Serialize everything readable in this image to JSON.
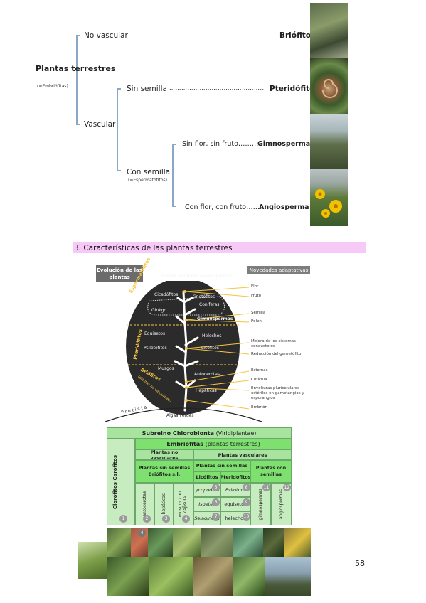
{
  "diagram": {
    "root_title": "Plantas terrestres",
    "root_sub": "(=Embriófitas)",
    "no_vascular": "No vascular",
    "no_vascular_dots": "……………………………………………………………..",
    "briofito": "Briófito",
    "vascular": "Vascular",
    "sin_semilla": "Sin semilla",
    "sin_semilla_dots": "………………………………………..",
    "pteridofito": "Pteridófito",
    "con_semilla": "Con semilla",
    "con_semilla_sub": "(=Espermatófitos)",
    "sin_flor": "Sin flor, sin fruto…………",
    "gimnosperma": "Gimnosperma",
    "con_flor": "Con flor, con fruto………",
    "angiosperma": "Angiosperma"
  },
  "section": {
    "title": "3.  Características de las plantas terrestres"
  },
  "evolution": {
    "title": "Evolución de las plantas",
    "novedades_title": "Novedades adaptativas",
    "egg_labels": {
      "angio": "Plantas con flores (Angiospermas)",
      "cicas": "Cicadófitos",
      "gnetos": "Gnetófitos",
      "coniferas": "Coníferas",
      "ginkgo": "Ginkgo",
      "gimnos": "Gimnospermas",
      "equisetos": "Equisetos",
      "helechos": "Helechos",
      "psilotofitos": "Psilotófitos",
      "licofitos": "Licófitos",
      "musgos": "Musgos",
      "antocerotas": "Antocerotas",
      "hepaticas": "Hepáticas",
      "algas": "Algas verdes",
      "protista": "Protista"
    },
    "side_labels": {
      "espermatofitos": "Espermatófitos",
      "pteridofitos": "Pteridófitos",
      "briofitos": "Briófitos",
      "briofitos_sub": "(plantas no vasculares)"
    },
    "novedades": [
      "Flor",
      "Fruto",
      "Semilla",
      "Polen",
      "Mejora de los sistemas conductores",
      "Reducción del gametófito",
      "Estomas",
      "Cutícula",
      "Envolturas pluricelulares estériles en gametangios y esporangios",
      "Embrión"
    ]
  },
  "table": {
    "subreino": "Subreino Chlorobionta",
    "subreino_paren": "(Viridiplantae)",
    "embriofitas": "Embriófitas",
    "embriofitas_paren": "(plantas terrestres)",
    "clorofitos": "Clorófitos Carófitos",
    "no_vasculares": "Plantas no vasculares",
    "vasculares": "Plantas vasculares",
    "sin_semillas_brio": "Plantas sin semillas Briófitos s.l.",
    "sin_semillas": "Plantas sin semillas",
    "con_semillas": "Plantas con semillas",
    "licofitos": "Licófitos",
    "pteridofitos": "Pteridófitos",
    "antocerotas": "antocerotas",
    "hepaticas": "hepáticas",
    "musgos": "musgos con cápsula",
    "lycopodium": "Lycopodium",
    "isoetes": "Isoetes",
    "selaginella": "Selaginella",
    "psilotum": "Psilotum",
    "equisetos": "equisetos",
    "helechos": "helechos",
    "gimnospermas": "gimnospermas",
    "angiospermas": "angiospermas",
    "numbers": [
      "1",
      "2",
      "3",
      "4",
      "5",
      "6",
      "7",
      "8",
      "9",
      "10",
      "11",
      "12"
    ]
  },
  "page_number": "58",
  "colors": {
    "bracket": "#8aa7c8",
    "section_bar": "#f6c9f6",
    "table_header": "#a9e3a0",
    "table_bright": "#7ee06f",
    "egg": "#2b2b2b"
  }
}
